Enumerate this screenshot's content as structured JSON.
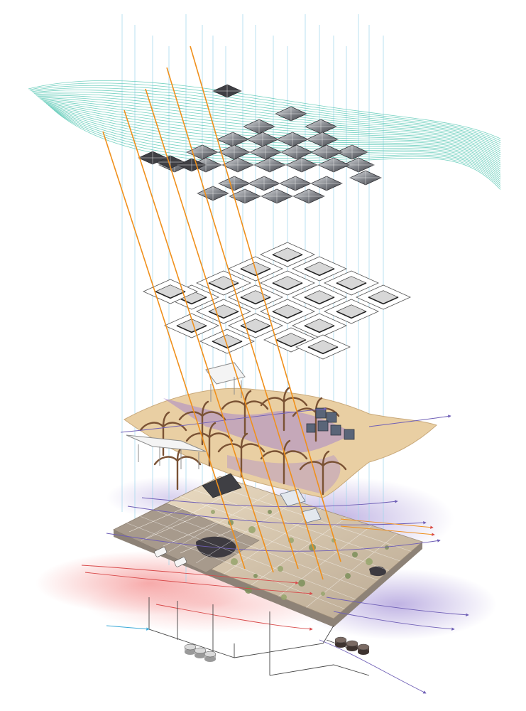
{
  "diagram": {
    "layers": [
      {
        "name": "wind-flow-field"
      },
      {
        "name": "solar-panel-roof-array"
      },
      {
        "name": "open-frame-lattice"
      },
      {
        "name": "tree-canopy-structure"
      },
      {
        "name": "landscape-ground-plane"
      },
      {
        "name": "underground-storage-tanks"
      }
    ],
    "colors": {
      "wind_lines": "#5cc9b6",
      "sun_rays": "#f0901c",
      "vertical_guides": "#9fd6ec",
      "purple_flow": "#8b74cc",
      "red_flow": "#ef5a5a",
      "canopy_fill": "#e9cfa3",
      "canopy_shadow": "#a889cc",
      "ground_fill": "#d8c2a6",
      "parking": "#a79a8c",
      "panel_dark": "#3f3f44",
      "panel_mid": "#8a8d93",
      "tank_dark": "#5a4b46",
      "tank_light": "#dadada"
    }
  }
}
